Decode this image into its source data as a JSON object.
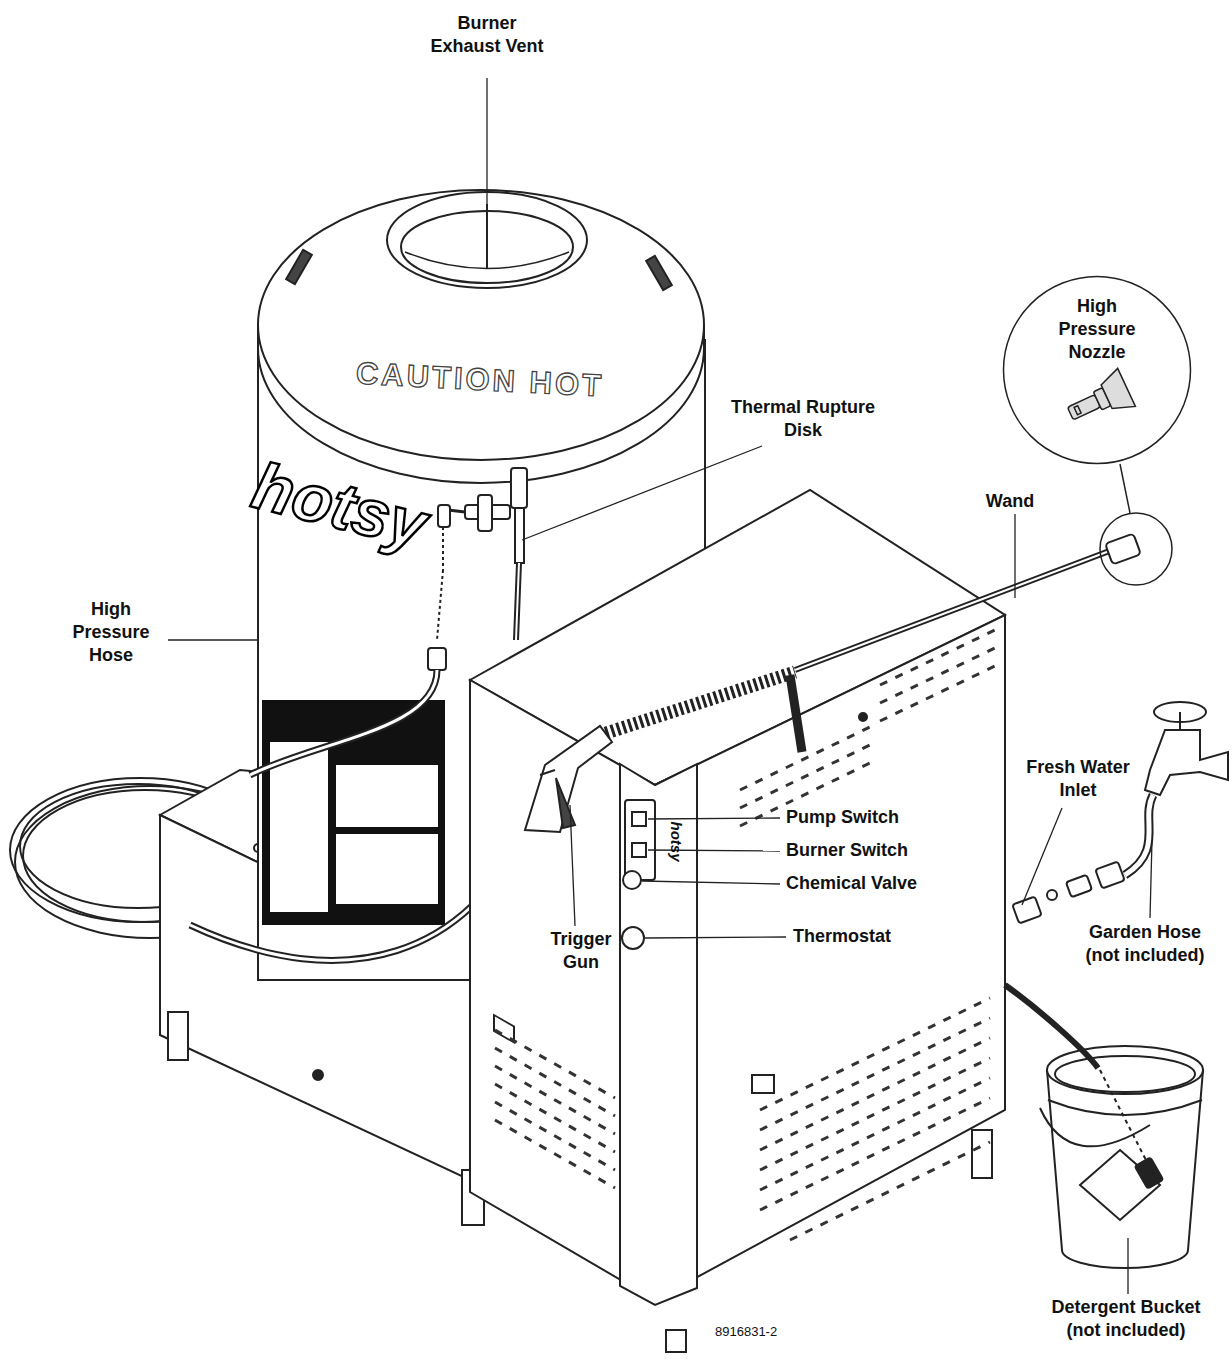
{
  "diagram": {
    "nodes": [
      {
        "text": [
          "High Pressure Nozzle"
        ]
      }
    ],
    "labels": [
      "Burner Exhaust Vent",
      "CAUTION HOT",
      "Thermal Rupture Disk",
      "Wand",
      "High Pressure Hose",
      "hotsy",
      "Pump Switch",
      "Burner Switch",
      "Chemical Valve",
      "Thermostat",
      "Trigger Gun",
      "Fresh Water Inlet",
      "Garden Hose (not included)",
      "Detergent Bucket (not included)",
      "8916831-2",
      "hotsy"
    ]
  }
}
